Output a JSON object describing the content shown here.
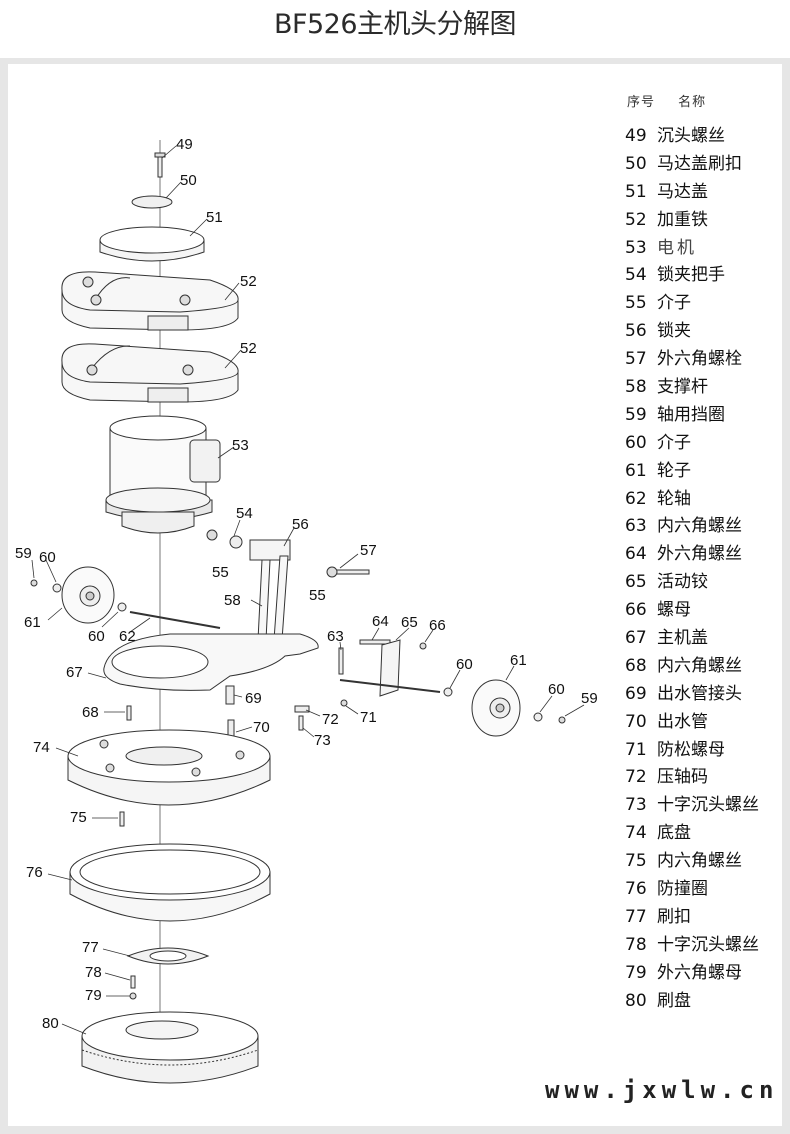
{
  "title": "BF526主机头分解图",
  "legend": {
    "col_number": "序号",
    "col_name": "名称",
    "items": [
      {
        "n": "49",
        "name": "沉头螺丝"
      },
      {
        "n": "50",
        "name": "马达盖刷扣"
      },
      {
        "n": "51",
        "name": "马达盖"
      },
      {
        "n": "52",
        "name": "加重铁"
      },
      {
        "n": "53",
        "name": "电机"
      },
      {
        "n": "54",
        "name": "锁夹把手"
      },
      {
        "n": "55",
        "name": "介子"
      },
      {
        "n": "56",
        "name": "锁夹"
      },
      {
        "n": "57",
        "name": "外六角螺栓"
      },
      {
        "n": "58",
        "name": "支撑杆"
      },
      {
        "n": "59",
        "name": "轴用挡圈"
      },
      {
        "n": "60",
        "name": "介子"
      },
      {
        "n": "61",
        "name": "轮子"
      },
      {
        "n": "62",
        "name": "轮轴"
      },
      {
        "n": "63",
        "name": "内六角螺丝"
      },
      {
        "n": "64",
        "name": "外六角螺丝"
      },
      {
        "n": "65",
        "name": "活动铰"
      },
      {
        "n": "66",
        "name": "螺母"
      },
      {
        "n": "67",
        "name": "主机盖"
      },
      {
        "n": "68",
        "name": "内六角螺丝"
      },
      {
        "n": "69",
        "name": "出水管接头"
      },
      {
        "n": "70",
        "name": "出水管"
      },
      {
        "n": "71",
        "name": "防松螺母"
      },
      {
        "n": "72",
        "name": "压轴码"
      },
      {
        "n": "73",
        "name": "十字沉头螺丝"
      },
      {
        "n": "74",
        "name": "底盘"
      },
      {
        "n": "75",
        "name": "内六角螺丝"
      },
      {
        "n": "76",
        "name": "防撞圈"
      },
      {
        "n": "77",
        "name": "刷扣"
      },
      {
        "n": "78",
        "name": "十字沉头螺丝"
      },
      {
        "n": "79",
        "name": "外六角螺母"
      },
      {
        "n": "80",
        "name": "刷盘"
      }
    ]
  },
  "callouts": {
    "c49": "49",
    "c50": "50",
    "c51": "51",
    "c52a": "52",
    "c52b": "52",
    "c53": "53",
    "c54": "54",
    "c55a": "55",
    "c56": "56",
    "c57": "57",
    "c55b": "55",
    "c58": "58",
    "c59a": "59",
    "c60a": "60",
    "c61a": "61",
    "c60b": "60",
    "c62": "62",
    "c63": "63",
    "c64": "64",
    "c65": "65",
    "c66": "66",
    "c60c": "60",
    "c61b": "61",
    "c60d": "60",
    "c59b": "59",
    "c67": "67",
    "c68": "68",
    "c69": "69",
    "c70": "70",
    "c72": "72",
    "c71": "71",
    "c73": "73",
    "c74": "74",
    "c75": "75",
    "c76": "76",
    "c77": "77",
    "c78": "78",
    "c79": "79",
    "c80": "80"
  },
  "watermark": "www.jxwlw.cn"
}
